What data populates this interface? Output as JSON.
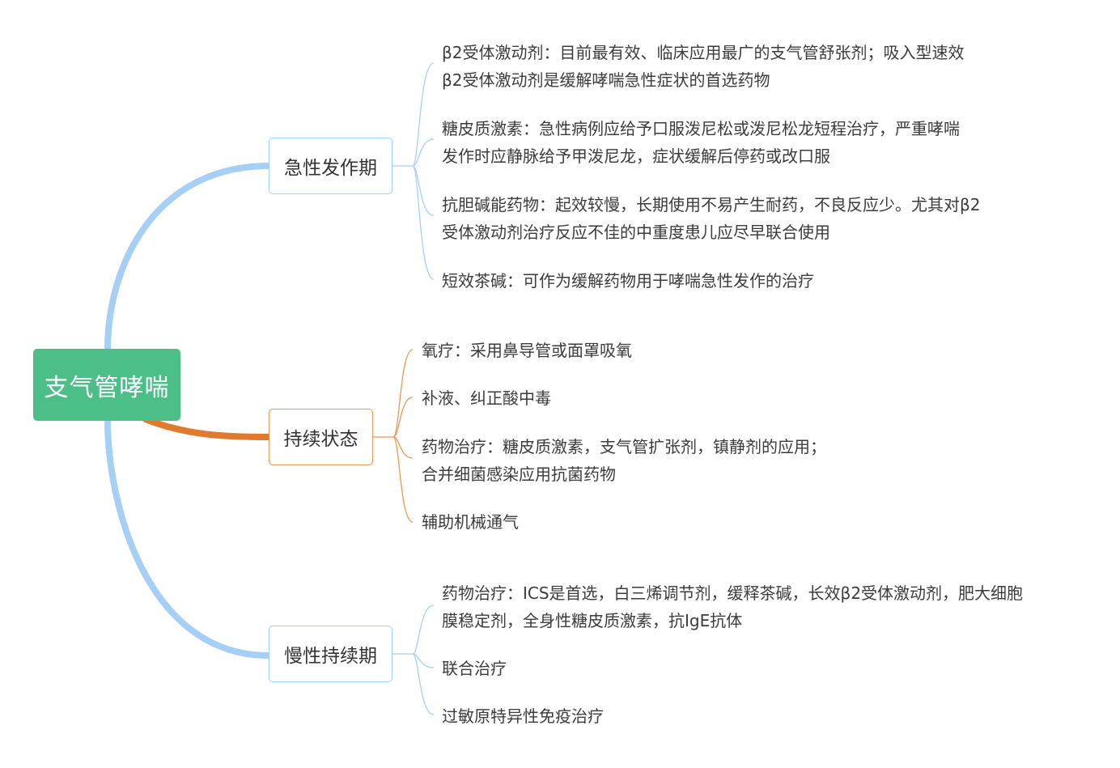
{
  "root": {
    "label": "支气管哮喘"
  },
  "colors": {
    "root_fill": "#4cbf88",
    "blue_branch": "#a5cff5",
    "orange_branch": "#e07a2f",
    "orange_leaf_line": "#e89a55",
    "blue_leaf_line": "#a5cff5",
    "text": "#3b3b3b"
  },
  "branches": [
    {
      "label": "急性发作期",
      "color": "blue",
      "leaves": [
        {
          "lines": [
            "β2受体激动剂：目前最有效、临床应用最广的支气管舒张剂；吸入型速效",
            "β2受体激动剂是缓解哮喘急性症状的首选药物"
          ]
        },
        {
          "lines": [
            "糖皮质激素：急性病例应给予口服泼尼松或泼尼松龙短程治疗，严重哮喘",
            "发作时应静脉给予甲泼尼龙，症状缓解后停药或改口服"
          ]
        },
        {
          "lines": [
            "抗胆碱能药物：起效较慢，长期使用不易产生耐药，不良反应少。尤其对β2",
            "受体激动剂治疗反应不佳的中重度患儿应尽早联合使用"
          ]
        },
        {
          "lines": [
            "短效茶碱：可作为缓解药物用于哮喘急性发作的治疗"
          ]
        }
      ]
    },
    {
      "label": "持续状态",
      "color": "orange",
      "leaves": [
        {
          "lines": [
            "氧疗：采用鼻导管或面罩吸氧"
          ]
        },
        {
          "lines": [
            "补液、纠正酸中毒"
          ]
        },
        {
          "lines": [
            "药物治疗：糖皮质激素，支气管扩张剂，镇静剂的应用；",
            "合并细菌感染应用抗菌药物"
          ]
        },
        {
          "lines": [
            "辅助机械通气"
          ]
        }
      ]
    },
    {
      "label": "慢性持续期",
      "color": "blue",
      "leaves": [
        {
          "lines": [
            "药物治疗：ICS是首选，白三烯调节剂，缓释茶碱，长效β2受体激动剂，肥大细胞",
            "膜稳定剂，全身性糖皮质激素，抗IgE抗体"
          ]
        },
        {
          "lines": [
            "联合治疗"
          ]
        },
        {
          "lines": [
            "过敏原特异性免疫治疗"
          ]
        }
      ]
    }
  ]
}
